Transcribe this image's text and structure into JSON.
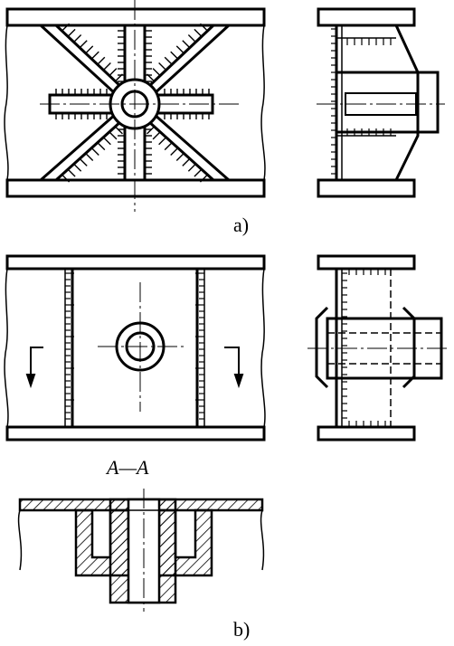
{
  "labels": {
    "figure_a": "a)",
    "figure_b": "b)",
    "section_title": "A—A"
  },
  "colors": {
    "line": "#000000",
    "background": "#ffffff"
  }
}
